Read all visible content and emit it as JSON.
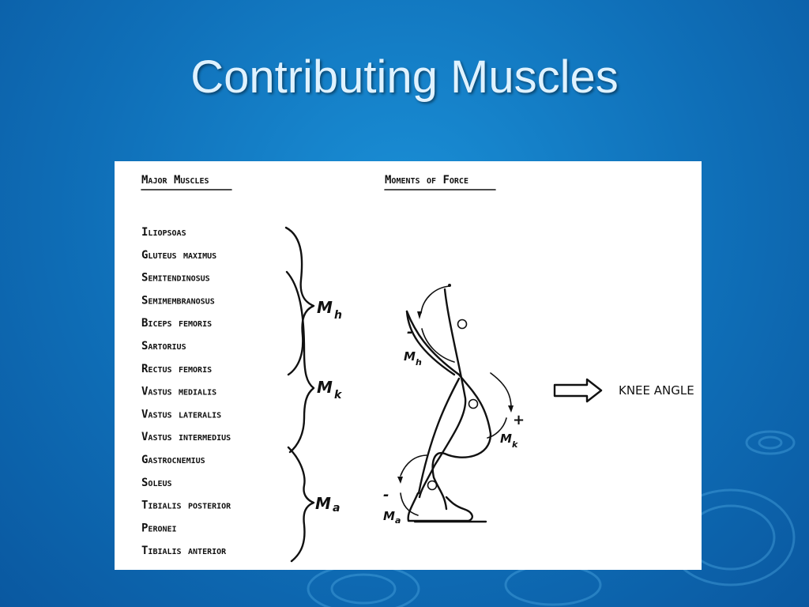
{
  "slide": {
    "title": "Contributing Muscles"
  },
  "figure": {
    "major_muscles_header": "Major Muscles",
    "moments_header": "Moments of Force",
    "muscles": [
      "Iliopsoas",
      "Gluteus maximus",
      "Semitendinosus",
      "Semimembranosus",
      "Biceps femoris",
      "Sartorius",
      "Rectus femoris",
      "Vastus medialis",
      "Vastus lateralis",
      "Vastus intermedius",
      "Gastrocnemius",
      "Soleus",
      "Tibialis posterior",
      "Peronei",
      "Tibialis anterior"
    ],
    "groups": {
      "hip": {
        "symbol": "M",
        "sub": "h"
      },
      "knee": {
        "symbol": "M",
        "sub": "k"
      },
      "ankle": {
        "symbol": "M",
        "sub": "a"
      }
    },
    "limb_labels": {
      "hip": {
        "symbol": "M",
        "sub": "h",
        "sign": "-"
      },
      "knee": {
        "symbol": "M",
        "sub": "k",
        "sign": "+"
      },
      "ankle": {
        "symbol": "M",
        "sub": "a",
        "sign": "-"
      }
    },
    "output_label": "KNEE ANGLE"
  }
}
